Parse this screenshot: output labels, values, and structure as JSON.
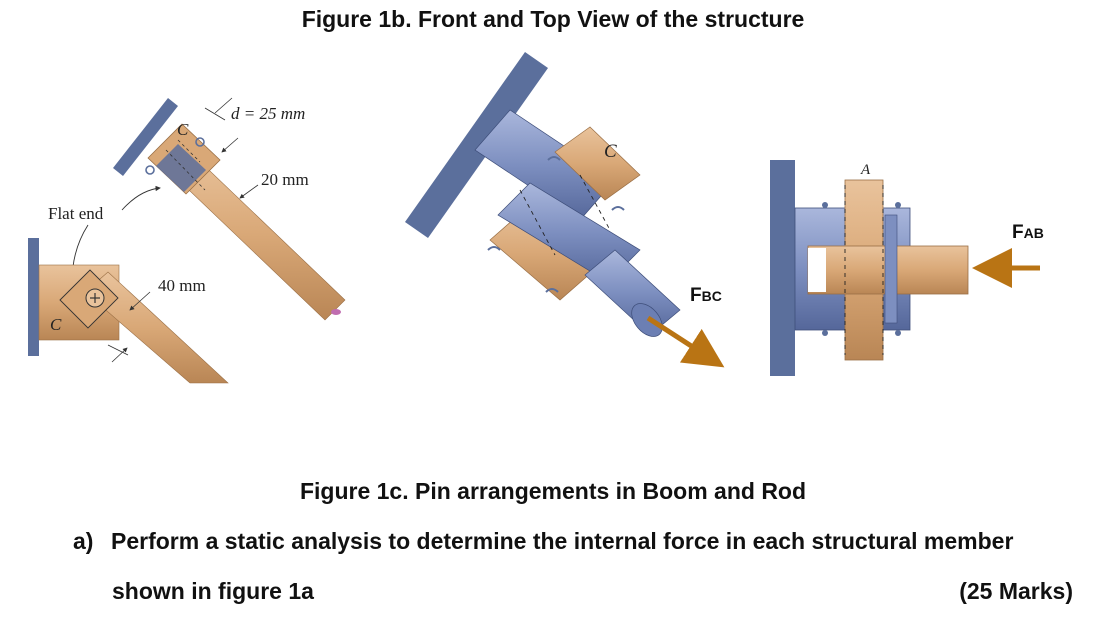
{
  "figure_1b": {
    "title": "Figure 1b. Front and Top View of the structure",
    "labels": {
      "d": "d = 25 mm",
      "width_20": "20 mm",
      "width_40": "40 mm",
      "flat_end": "Flat end",
      "c_upper": "C",
      "c_lower": "C",
      "c_middle": "C",
      "a_right": "A",
      "f_bc_main": "F",
      "f_bc_sub": "BC",
      "f_ab_main": "F",
      "f_ab_sub": "AB"
    }
  },
  "figure_1c": {
    "title": "Figure 1c. Pin arrangements in Boom and Rod"
  },
  "question": {
    "label": "a)",
    "text_line1": "Perform a static analysis to determine the internal force in each structural member",
    "text_line2": "shown in figure 1a",
    "marks": "(25 Marks)"
  },
  "colors": {
    "wall": "#5b6f9c",
    "copper": "#d9a877",
    "steel": "#7d8fc0",
    "arrow": "#b97414"
  }
}
